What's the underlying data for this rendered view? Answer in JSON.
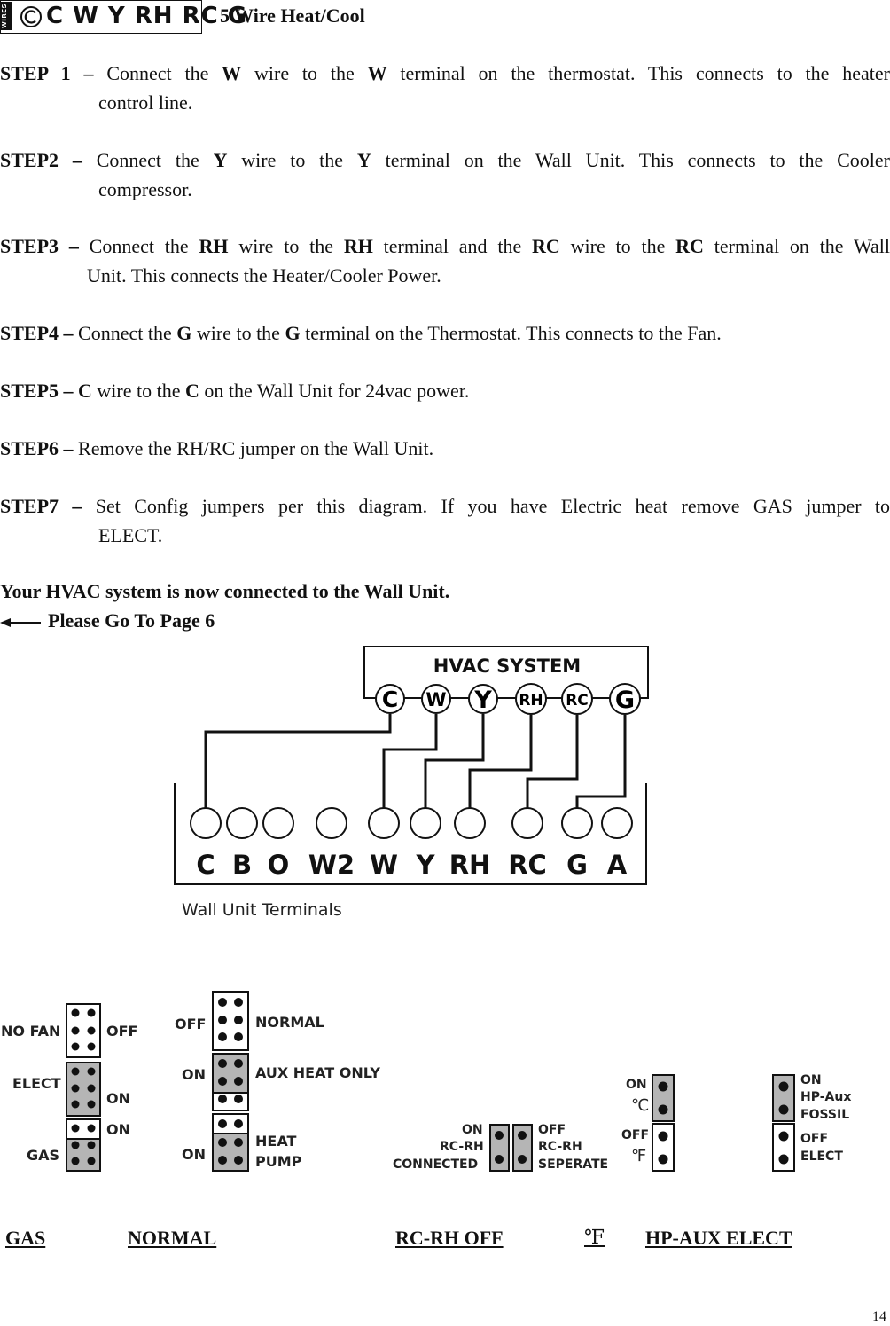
{
  "header": {
    "wires_tag": "WIRES",
    "wire_letters": "C W Y RH RC G",
    "title": "5 Wire Heat/Cool"
  },
  "steps": [
    {
      "label": "STEP 1 –",
      "text_parts": [
        "Connect the ",
        "W",
        " wire to the ",
        "W",
        " terminal on the thermostat. This connects to the heater"
      ],
      "continuation": "control line."
    },
    {
      "label": "STEP2 –",
      "text_parts": [
        "Connect the ",
        "Y",
        " wire to the ",
        "Y",
        " terminal on the Wall Unit. This connects to the Cooler"
      ],
      "continuation": "compressor."
    },
    {
      "label": "STEP3 –",
      "text_parts": [
        "Connect the ",
        "RH",
        " wire to the ",
        "RH",
        " terminal and the ",
        "RC",
        " wire to the ",
        "RC",
        " terminal on the Wall"
      ],
      "continuation": "Unit. This connects the Heater/Cooler Power."
    },
    {
      "label": "STEP4 –",
      "text_parts": [
        "Connect the ",
        "G",
        " wire to the ",
        "G",
        " terminal on the Thermostat. This connects to the Fan."
      ]
    },
    {
      "label": "STEP5 –",
      "text_parts": [
        "C",
        " wire to the ",
        "C",
        " on the Wall Unit for 24vac power."
      ]
    },
    {
      "label": "STEP6 –",
      "text_parts": [
        "Remove the RH/RC jumper on the Wall Unit."
      ]
    },
    {
      "label": "STEP7 –",
      "text_parts": [
        "Set Config jumpers per this diagram. If you have Electric heat remove GAS jumper to"
      ],
      "continuation": "ELECT."
    }
  ],
  "final_note": "Your HVAC system is now connected to the Wall Unit.",
  "goto": "Please Go To Page 6",
  "diagram": {
    "hvac_title": "HVAC SYSTEM",
    "hvac_terminals": [
      "C",
      "W",
      "Y",
      "RH",
      "RC",
      "G"
    ],
    "wall_terminals": [
      "C",
      "B",
      "O",
      "W2",
      "W",
      "Y",
      "RH",
      "RC",
      "G",
      "A"
    ],
    "wall_caption": "Wall Unit Terminals"
  },
  "jumpers": {
    "fan_block": {
      "no_fan": "NO FAN",
      "off": "OFF",
      "elect": "ELECT",
      "on_1": "ON",
      "on_2": "ON",
      "gas": "GAS"
    },
    "heat_block": {
      "off": "OFF",
      "normal": "NORMAL",
      "on_1": "ON",
      "aux_heat_only": "AUX HEAT ONLY",
      "on_2": "ON",
      "heat": "HEAT",
      "pump": "PUMP"
    },
    "rcrh_block": {
      "on": "ON",
      "rc_rh_1": "RC-RH",
      "connected": "CONNECTED",
      "off": "OFF",
      "rc_rh_2": "RC-RH",
      "seperate": "SEPERATE"
    },
    "temp_block": {
      "on": "ON",
      "celsius": "℃",
      "off": "OFF",
      "fahrenheit": "℉"
    },
    "hp_block": {
      "on": "ON",
      "hp_aux": "HP-Aux",
      "fossil": "FOSSIL",
      "off": "OFF",
      "elect": "ELECT"
    }
  },
  "settings": {
    "gas": "GAS",
    "normal": "NORMAL",
    "rc_rh": "RC-RH OFF",
    "temp": "℉",
    "hp_aux": "HP-AUX ELECT"
  },
  "page_number": "14",
  "colors": {
    "ink": "#111111",
    "jumper_fill": "#b5b5b5"
  }
}
